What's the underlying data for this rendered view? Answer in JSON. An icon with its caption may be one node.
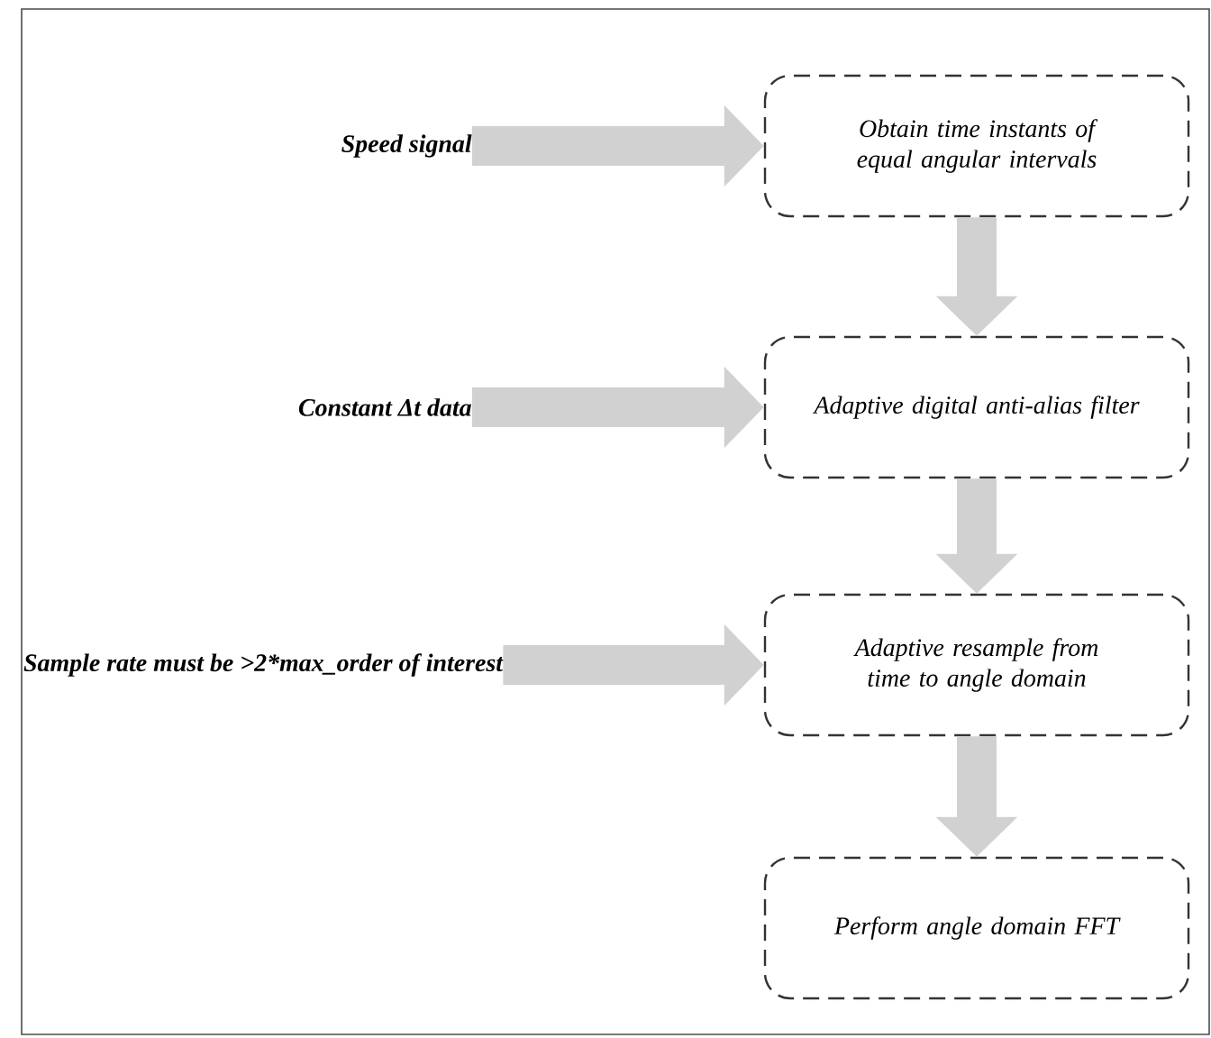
{
  "diagram": {
    "nodes": [
      {
        "text": [
          "Speed signal"
        ]
      },
      {
        "text": [
          "Obtain time instants of equal angular intervals"
        ]
      },
      {
        "text": [
          "Constant Δt data"
        ]
      },
      {
        "text": [
          "Adaptive digital anti-alias filter"
        ]
      },
      {
        "text": [
          "Sample rate must be >2*max_order of interest"
        ]
      },
      {
        "text": [
          "Adaptive resample from time to angle domain"
        ]
      },
      {
        "text": [
          "Perform angle domain FFT"
        ]
      }
    ],
    "edges": [
      {
        "from": 0,
        "to": 1,
        "arrow": "to"
      },
      {
        "from": 1,
        "to": 3,
        "arrow": "to"
      },
      {
        "from": 2,
        "to": 3,
        "arrow": "to"
      },
      {
        "from": 3,
        "to": 5,
        "arrow": "to"
      },
      {
        "from": 4,
        "to": 5,
        "arrow": "to"
      },
      {
        "from": 5,
        "to": 6,
        "arrow": "to"
      }
    ]
  }
}
